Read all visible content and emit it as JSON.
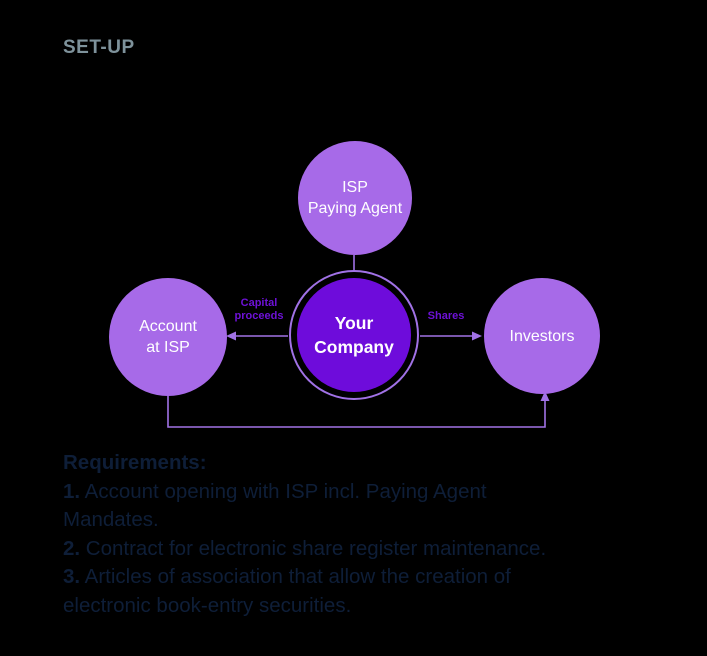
{
  "title": "SET-UP",
  "diagram": {
    "nodes": {
      "paying_agent": {
        "line1": "ISP",
        "line2": "Paying Agent"
      },
      "account": {
        "line1": "Account",
        "line2": "at ISP"
      },
      "company": {
        "line1": "Your",
        "line2": "Company"
      },
      "investors": {
        "label": "Investors"
      }
    },
    "edge_labels": {
      "capital_line1": "Capital",
      "capital_line2": "proceeds",
      "shares": "Shares"
    }
  },
  "requirements": {
    "heading": "Requirements:",
    "lines": [
      {
        "bold": "1.",
        "text": " Account opening with ISP incl. Paying Agent"
      },
      {
        "bold": "",
        "text": "Mandates."
      },
      {
        "bold": "2.",
        "text": " Contract for electronic share register maintenance."
      },
      {
        "bold": "3.",
        "text": " Articles of association that allow the creation of"
      },
      {
        "bold": "",
        "text": "electronic book-entry securities."
      }
    ]
  },
  "colors": {
    "background": "#000000",
    "title_text": "#7E929B",
    "node_fill_light": "#A76AE8",
    "node_fill_primary": "#6E0CDB",
    "node_ring": "#A172E6",
    "connector_line": "#A172E6",
    "edge_label_text": "#6D11D6",
    "node_text": "#FFFFFF",
    "requirements_text": "#0E1E38"
  }
}
